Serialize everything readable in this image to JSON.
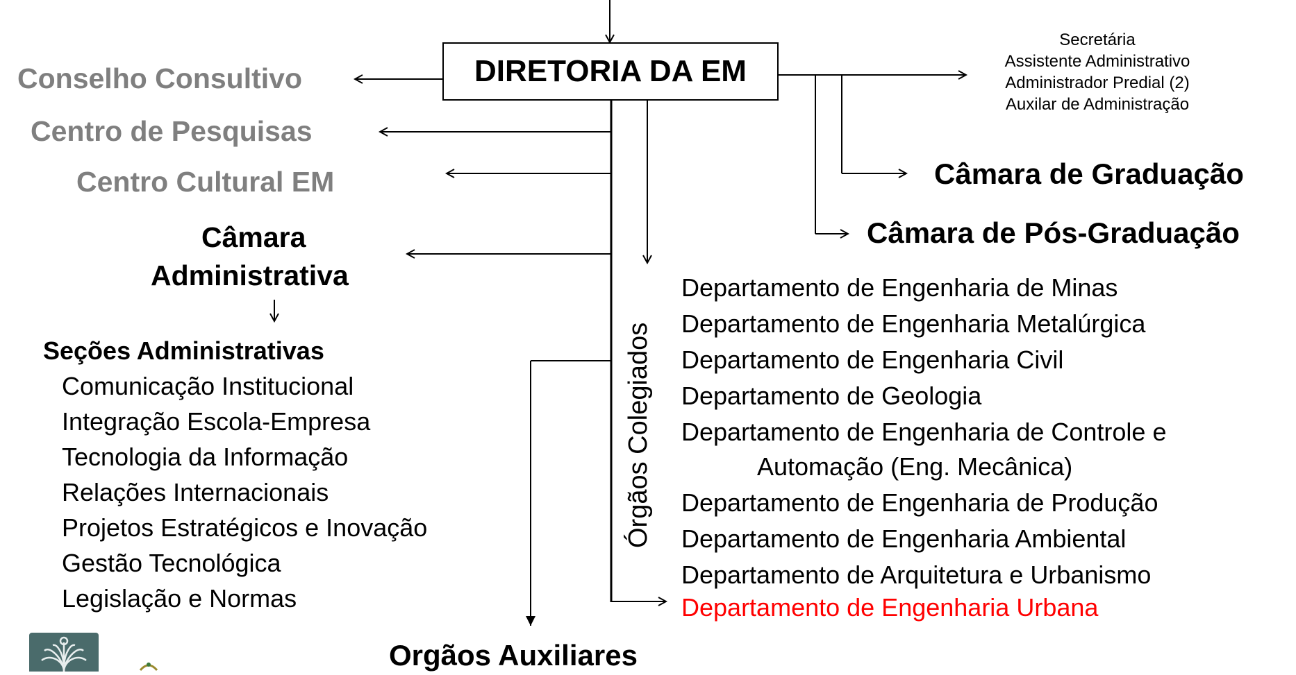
{
  "director": {
    "title": "DIRETORIA DA EM"
  },
  "left_units": {
    "conselho": "Conselho Consultivo",
    "pesquisas": "Centro de Pesquisas",
    "cultural": "Centro  Cultural  EM"
  },
  "camara_adm": {
    "line1": "Câmara",
    "line2": "Administrativa"
  },
  "secoes": {
    "title": "Seções Administrativas",
    "items": [
      "Comunicação Institucional",
      "Integração Escola-Empresa",
      "Tecnologia da Informação",
      "Relações Internacionais",
      "Projetos Estratégicos e Inovação",
      "Gestão Tecnológica",
      "Legislação e Normas"
    ]
  },
  "staff": [
    "Secretária",
    "Assistente Administrativo",
    "Administrador Predial (2)",
    "Auxilar de Administração"
  ],
  "camaras_right": {
    "graduacao": "Câmara de Graduação",
    "pos": "Câmara de Pós-Graduação"
  },
  "colegiados_label": "Órgãos Colegiados",
  "departments": [
    "Departamento de Engenharia de Minas",
    "Departamento de Engenharia Metalúrgica",
    "Departamento de Engenharia Civil",
    "Departamento de Geologia",
    "Departamento de Engenharia de Controle e",
    "Automação (Eng. Mecânica)",
    "Departamento de Engenharia de Produção",
    "Departamento de Engenharia Ambiental",
    "Departamento de Arquitetura e Urbanismo"
  ],
  "highlight_department": "Departamento de Engenharia Urbana",
  "auxiliares": "Orgãos Auxiliares",
  "colors": {
    "gray_text": "#7f7f7f",
    "highlight": "#ff0000",
    "logo": "#4a6b6b"
  },
  "icons": {
    "logo": "school-crest-icon",
    "logo_small": "small-emblem-icon"
  }
}
